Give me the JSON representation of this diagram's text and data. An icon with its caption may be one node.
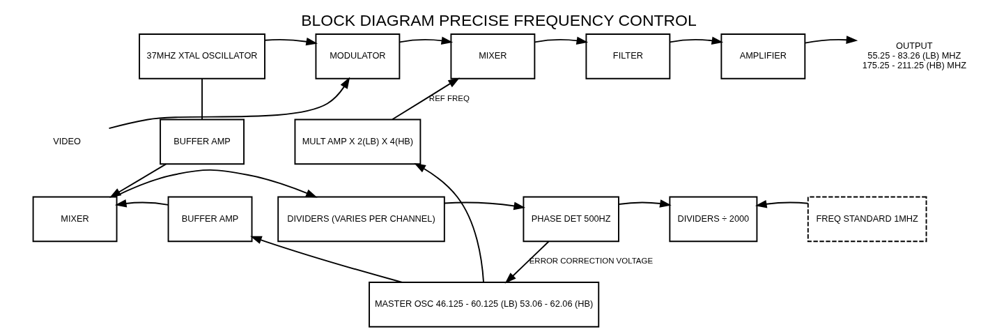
{
  "diagram": {
    "title": "BLOCK DIAGRAM PRECISE FREQUENCY CONTROL",
    "nodes": [
      {
        "text": [
          "37MHZ XTAL OSCILLATOR"
        ]
      },
      {
        "text": [
          "MODULATOR"
        ]
      },
      {
        "text": [
          "MIXER"
        ]
      },
      {
        "text": [
          "FILTER"
        ]
      },
      {
        "text": [
          "AMPLIFIER"
        ]
      },
      {
        "text": [
          "OUTPUT",
          "55.25 - 83.26 (LB) MHZ",
          "175.25 - 211.25 (HB) MHZ"
        ]
      },
      {
        "text": [
          "VIDEO"
        ]
      },
      {
        "text": [
          "BUFFER AMP"
        ]
      },
      {
        "text": [
          "MASTER OSC 46.125 - 60.125 (LB) 53.06 - 62.06 (HB)"
        ]
      },
      {
        "text": [
          "MULT AMP X 2(LB) X 4(HB)"
        ]
      },
      {
        "text": [
          "BUFFER AMP"
        ]
      },
      {
        "text": [
          "MIXER"
        ]
      },
      {
        "text": [
          "DIVIDERS (VARIES PER CHANNEL)"
        ]
      },
      {
        "text": [
          "PHASE DET 500HZ"
        ]
      },
      {
        "text": [
          "DIVIDERS ÷ 2000"
        ]
      },
      {
        "text": [
          "FREQ STANDARD 1MHZ"
        ]
      }
    ],
    "edges": [
      {
        "from": 0,
        "to": 1,
        "arrow": "to"
      },
      {
        "from": 0,
        "to": 7,
        "arrow": "none"
      },
      {
        "from": 1,
        "to": 2,
        "arrow": "to"
      },
      {
        "from": 2,
        "to": 3,
        "arrow": "to"
      },
      {
        "from": 3,
        "to": 4,
        "arrow": "to"
      },
      {
        "from": 4,
        "to": 5,
        "arrow": "to"
      },
      {
        "from": 6,
        "to": 1,
        "arrow": "to"
      },
      {
        "from": 7,
        "to": 11,
        "arrow": "to"
      },
      {
        "from": 8,
        "to": 9,
        "arrow": "to"
      },
      {
        "from": 9,
        "to": 2,
        "arrow": "to",
        "label": "REF FREQ"
      },
      {
        "from": 8,
        "to": 10,
        "arrow": "to"
      },
      {
        "from": 10,
        "to": 11,
        "arrow": "to"
      },
      {
        "from": 11,
        "to": 12,
        "arrow": "to"
      },
      {
        "from": 12,
        "to": 13,
        "arrow": "to"
      },
      {
        "from": 13,
        "to": 14,
        "arrow": "to"
      },
      {
        "from": 15,
        "to": 14,
        "arrow": "to"
      },
      {
        "from": 13,
        "to": 8,
        "arrow": "to",
        "label": "ERROR CORRECTION VOLTAGE"
      }
    ]
  }
}
